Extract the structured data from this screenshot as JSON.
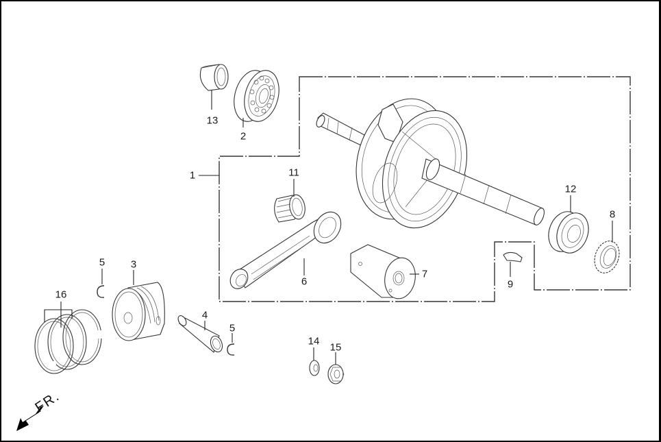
{
  "diagram": {
    "type": "exploded-parts-diagram",
    "subject": "crankshaft and piston assembly",
    "direction_indicator": {
      "label": "FR.",
      "icon": "front-direction-arrow-icon"
    },
    "callouts": [
      {
        "id": "1",
        "label": "1",
        "part": "crankshaft assembly (dashed group)"
      },
      {
        "id": "2",
        "label": "2",
        "part": "ball bearing"
      },
      {
        "id": "3",
        "label": "3",
        "part": "piston"
      },
      {
        "id": "4",
        "label": "4",
        "part": "piston pin"
      },
      {
        "id": "5a",
        "label": "5",
        "part": "piston pin clip"
      },
      {
        "id": "5b",
        "label": "5",
        "part": "piston pin clip"
      },
      {
        "id": "6",
        "label": "6",
        "part": "connecting rod"
      },
      {
        "id": "7",
        "label": "7",
        "part": "crank pin"
      },
      {
        "id": "8",
        "label": "8",
        "part": "drive sprocket / gear"
      },
      {
        "id": "9",
        "label": "9",
        "part": "woodruff key"
      },
      {
        "id": "11",
        "label": "11",
        "part": "needle bearing"
      },
      {
        "id": "12",
        "label": "12",
        "part": "ball bearing"
      },
      {
        "id": "13",
        "label": "13",
        "part": "collar / bushing"
      },
      {
        "id": "14",
        "label": "14",
        "part": "washer"
      },
      {
        "id": "15",
        "label": "15",
        "part": "flange nut"
      },
      {
        "id": "16",
        "label": "16",
        "part": "piston ring set"
      }
    ]
  }
}
